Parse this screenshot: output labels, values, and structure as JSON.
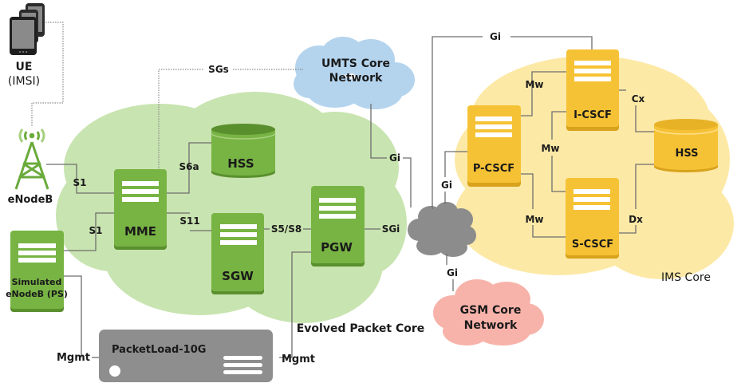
{
  "colors": {
    "epc_cloud": "#c8e4b0",
    "ims_cloud": "#fde9a6",
    "umts_cloud": "#b4d4ee",
    "gsm_cloud": "#f7b3aa",
    "internet_cloud": "#8c8c8c",
    "green_node": "#78b444",
    "green_node_dark": "#5a8f2e",
    "yellow_node": "#f6c235",
    "yellow_node_dark": "#d9a21c",
    "gray_box": "#8e8e8e",
    "line": "#6e6e6e"
  },
  "ue": {
    "title": "UE",
    "subtitle": "(IMSI)",
    "icon": "mobile-devices-icon"
  },
  "enodeb": {
    "label": "eNodeB",
    "icon": "cell-tower-icon"
  },
  "simulated_enodeb": {
    "line1": "Simulated",
    "line2": "eNodeB (PS)",
    "icon": "server-icon"
  },
  "packetload": {
    "label": "PacketLoad-10G",
    "icon": "appliance-icon"
  },
  "epc": {
    "caption": "Evolved Packet Core",
    "nodes": {
      "mme": "MME",
      "hss": "HSS",
      "sgw": "SGW",
      "pgw": "PGW"
    }
  },
  "ims": {
    "caption": "IMS Core",
    "nodes": {
      "pcscf": "P-CSCF",
      "icscf": "I-CSCF",
      "scscf": "S-CSCF",
      "hss": "HSS"
    }
  },
  "clouds": {
    "umts": {
      "line1": "UMTS Core",
      "line2": "Network"
    },
    "gsm": {
      "line1": "GSM Core",
      "line2": "Network"
    }
  },
  "interfaces": {
    "s1_enodeb": "S1",
    "s1_sim": "S1",
    "sgs": "SGs",
    "s6a": "S6a",
    "s11": "S11",
    "s5s8": "S5/S8",
    "sgi": "SGi",
    "gi_umts": "Gi",
    "gi_top": "Gi",
    "gi_pcscf": "Gi",
    "gi_gsm": "Gi",
    "mw_top": "Mw",
    "mw_mid": "Mw",
    "mw_bottom": "Mw",
    "cx": "Cx",
    "dx": "Dx",
    "mgmt_left": "Mgmt",
    "mgmt_right": "Mgmt"
  }
}
